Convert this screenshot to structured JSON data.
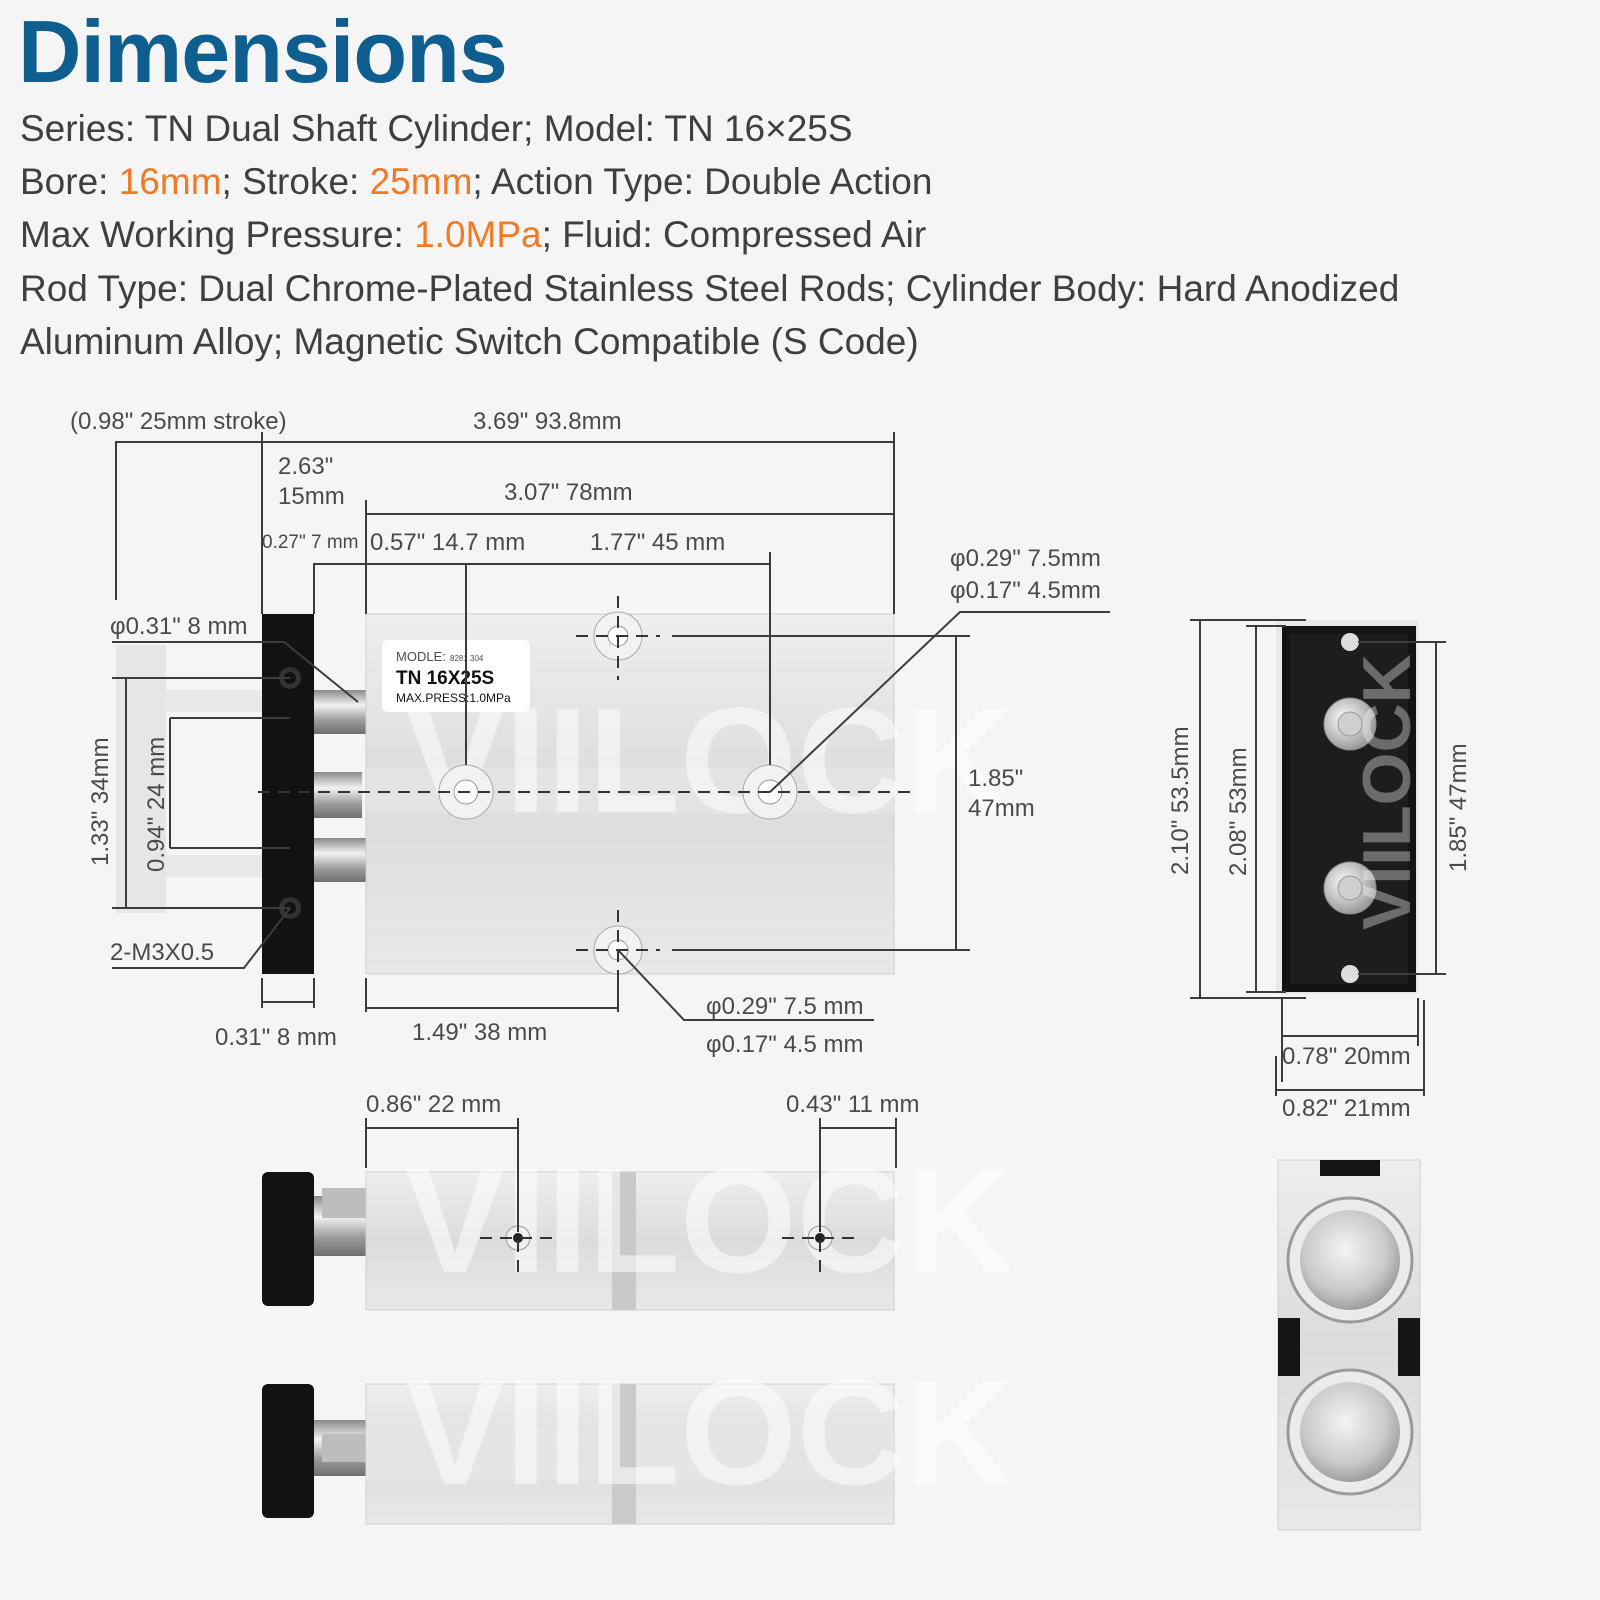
{
  "header": {
    "title": "Dimensions",
    "specs": {
      "line1": "Series: TN Dual Shaft Cylinder; Model: TN 16×25S",
      "bore_label": "Bore: ",
      "bore_value": "16mm",
      "stroke_label": "; Stroke: ",
      "stroke_value": "25mm",
      "action": "; Action Type: Double Action",
      "pressure_label": "Max Working Pressure: ",
      "pressure_value": "1.0MPa",
      "fluid": "; Fluid: Compressed Air",
      "line4": "Rod Type: Dual Chrome-Plated Stainless Steel Rods; Cylinder Body: Hard Anodized",
      "line5": "Aluminum Alloy;  Magnetic Switch Compatible (S Code)"
    },
    "highlight_color": "#f07a26",
    "title_color": "#0e5f8f"
  },
  "top_view": {
    "stroke_note": "(0.98\" 25mm stroke)",
    "overall_length": "3.69\" 93.8mm",
    "plate_to_body_in": "2.63\"",
    "plate_to_body_mm": "15mm",
    "body_length": "3.07\" 78mm",
    "gap": "0.27\" 7 mm",
    "hole_offset": "0.57\" 14.7 mm",
    "hole_pitch": "1.77\" 45 mm",
    "cbore_top_1": "φ0.29\" 7.5mm",
    "cbore_top_2": "φ0.17\" 4.5mm",
    "plate_hole": "φ0.31\" 8 mm",
    "rod_span_outer": "1.33\" 34mm",
    "rod_span_inner": "0.94\" 24 mm",
    "thread": "2-M3X0.5",
    "plate_thickness": "0.31\" 8 mm",
    "mount_hole_offset": "1.49\" 38 mm",
    "cbore_bottom_1": "φ0.29\" 7.5 mm",
    "cbore_bottom_2": "φ0.17\" 4.5 mm",
    "body_height_in": "1.85\"",
    "body_height_mm": "47mm",
    "label_model_prefix": "MODLE:",
    "label_model_code": "8281 304",
    "label_model": "TN 16X25S",
    "label_pressure": "MAX.PRESS:1.0MPa"
  },
  "side_view": {
    "port_offset_left": "0.86\" 22 mm",
    "port_offset_right": "0.43\" 11 mm"
  },
  "end_view": {
    "overall_height": "2.10\" 53.5mm",
    "plate_height": "2.08\" 53mm",
    "hole_pitch": "1.85\" 47mm",
    "plate_width": "0.78\" 20mm",
    "body_width": "0.82\" 21mm"
  },
  "watermark": "VIILOCK"
}
